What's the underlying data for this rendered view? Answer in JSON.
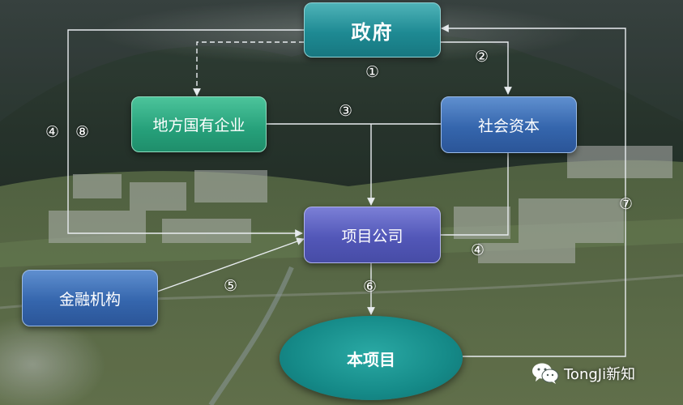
{
  "nodes": {
    "government": "政府",
    "local_soe": "地方国有企业",
    "social_capital": "社会资本",
    "project_company": "项目公司",
    "financial_institution": "金融机构",
    "this_project": "本项目"
  },
  "markers": {
    "m1": "①",
    "m2": "②",
    "m3": "③",
    "m4_left": "④",
    "m8": "⑧",
    "m4_right": "④",
    "m5": "⑤",
    "m6": "⑥",
    "m7": "⑦"
  },
  "watermark": "TongJi新知",
  "colors": {
    "government": "#1e8a93",
    "local_soe": "#26a07a",
    "social_capital": "#3566ad",
    "project_company": "#5257b8",
    "financial_institution": "#3566ad",
    "this_project": "#158a88",
    "connector": "#e8ecef"
  }
}
